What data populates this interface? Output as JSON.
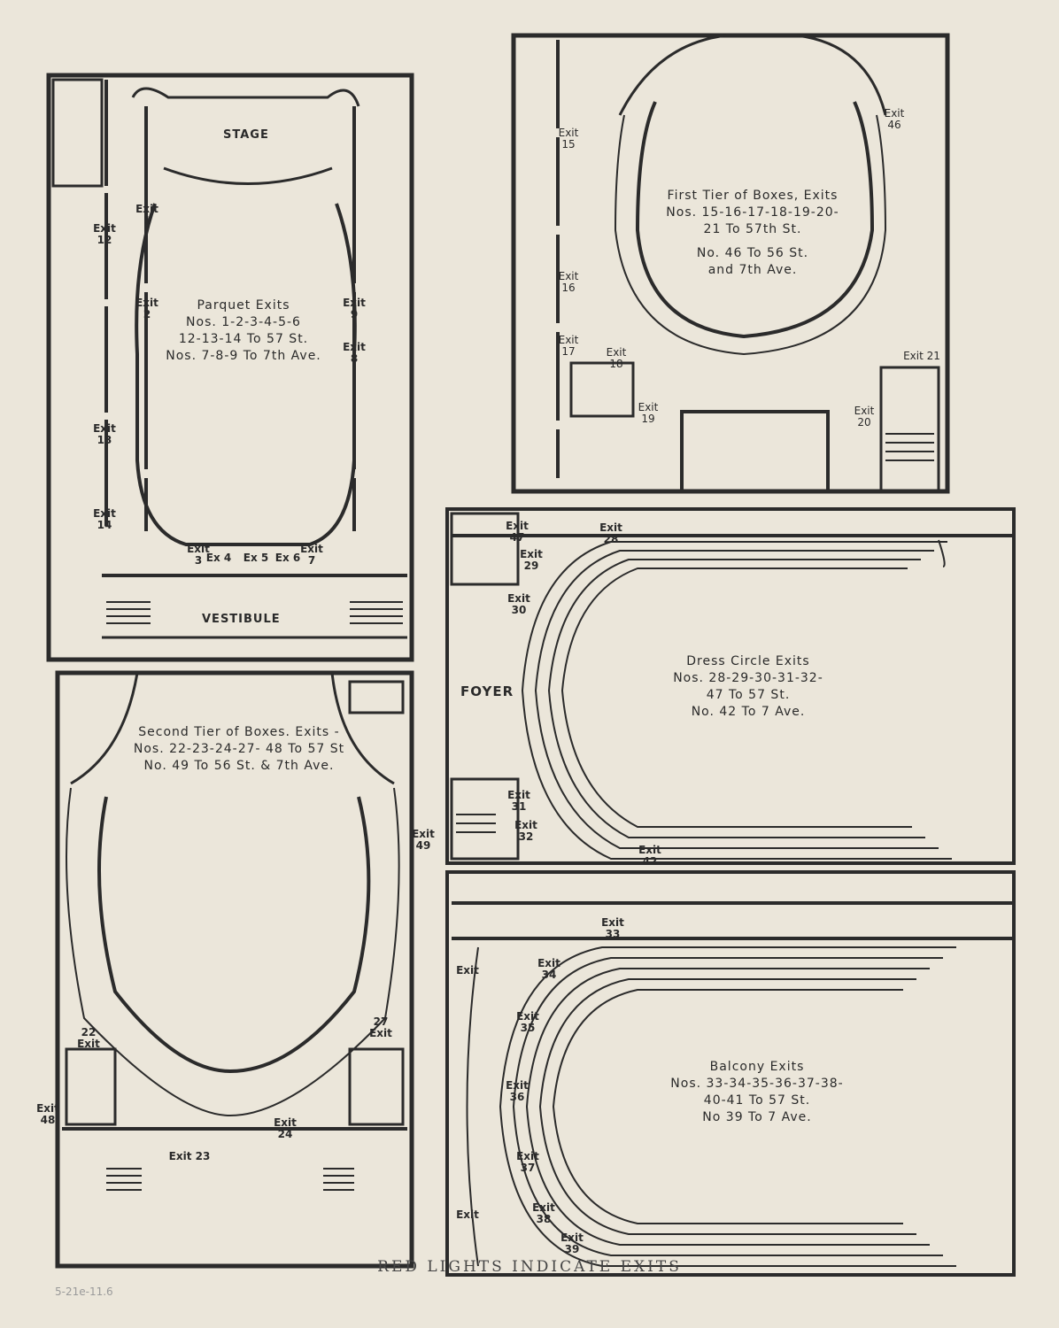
{
  "footer": "RED LIGHTS INDICATE EXITS",
  "pencil_note": "5-21e-11.6",
  "rooms": {
    "stage": "STAGE",
    "vestibule": "VESTIBULE",
    "foyer": "FOYER"
  },
  "panels": {
    "parquet": [
      "Parquet Exits",
      "Nos. 1-2-3-4-5-6",
      "12-13-14 To 57 St.",
      "Nos. 7-8-9 To 7th Ave."
    ],
    "first_tier": [
      "First Tier of Boxes, Exits",
      "Nos. 15-16-17-18-19-20-",
      "21 To 57th St.",
      "No. 46 To 56 St.",
      "and 7th Ave."
    ],
    "second_tier": [
      "Second Tier of Boxes. Exits -",
      "Nos. 22-23-24-27- 48 To 57 St",
      "No. 49 To 56 St. & 7th Ave."
    ],
    "dress_circle": [
      "Dress Circle Exits",
      "Nos. 28-29-30-31-32-",
      "47 To 57 St.",
      "No. 42 To 7 Ave."
    ],
    "balcony": [
      "Balcony Exits",
      "Nos. 33-34-35-36-37-38-",
      "40-41 To 57 St.",
      "No 39 To 7 Ave."
    ]
  },
  "exits": {
    "e1": "Exit 1",
    "e2": "Exit 2",
    "e3": "Exit 3",
    "e4": "Ex 4",
    "e5": "Ex 5",
    "e6": "Ex 6",
    "e7": "Exit 7",
    "e8": "Exit 8",
    "e9": "Exit 9",
    "e12": "Exit 12",
    "e13": "Exit 13",
    "e14": "Exit 14",
    "e15": "Exit 15",
    "e16": "Exit 16",
    "e17": "Exit 17",
    "e18": "Exit 18",
    "e19": "Exit 19",
    "e20": "Exit 20",
    "e21": "Exit 21",
    "e46": "Exit 46",
    "e22": "22 Exit",
    "e23": "Exit 23",
    "e24": "Exit 24",
    "e27": "27 Exit",
    "e48": "Exit 48",
    "e49": "Exit 49",
    "e28": "Exit 28",
    "e29": "Exit 29",
    "e30": "Exit 30",
    "e31": "Exit 31",
    "e32": "Exit 32",
    "e42": "Exit 42",
    "e47": "Exit 47",
    "e33": "Exit 33",
    "e34": "Exit 34",
    "e35": "Exit 35",
    "e36": "Exit 36",
    "e37": "Exit 37",
    "e38": "Exit 38",
    "e39": "Exit 39",
    "e40": "Exit",
    "e41": "Exit"
  }
}
